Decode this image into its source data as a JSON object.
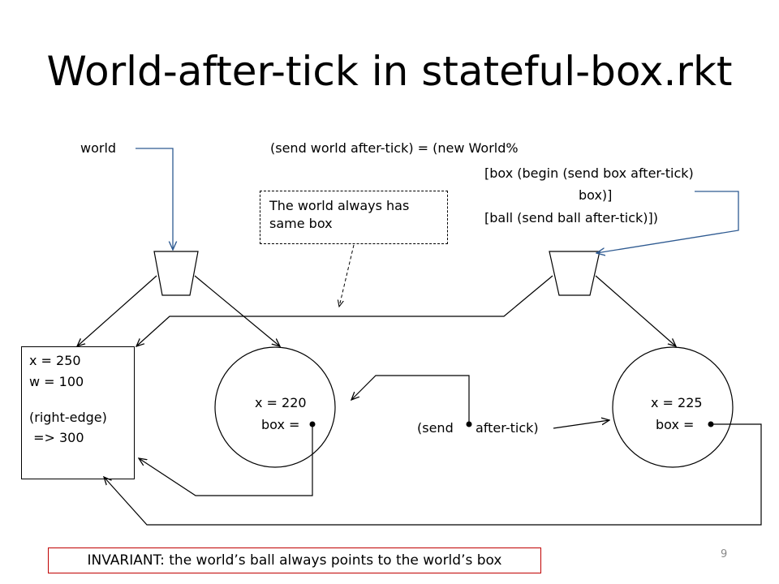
{
  "slide": {
    "title": "World-after-tick in stateful-box.rkt",
    "page_number": "9"
  },
  "labels": {
    "world": "world",
    "send_world": "(send world after-tick) = (new World%",
    "box_clause_1": "[box (begin (send box after-tick)",
    "box_clause_2": "box)]",
    "ball_clause": "[ball (send ball after-tick)])",
    "send_prefix": "(send",
    "send_suffix": "after-tick)"
  },
  "note": {
    "line1": "The world always has",
    "line2": "same box"
  },
  "box_object": {
    "line1": "x = 250",
    "line2": "w = 100",
    "line3": "(right-edge)",
    "line4": " => 300"
  },
  "ball_old": {
    "x_label": "x = 220",
    "box_label": "box ="
  },
  "ball_new": {
    "x_label": "x = 225",
    "box_label": "box ="
  },
  "invariant": "INVARIANT: the world’s ball always points to the world’s box",
  "colors": {
    "world_arrow": "#2e5a91",
    "invariant_border": "#c00000",
    "page_number": "#888888"
  }
}
